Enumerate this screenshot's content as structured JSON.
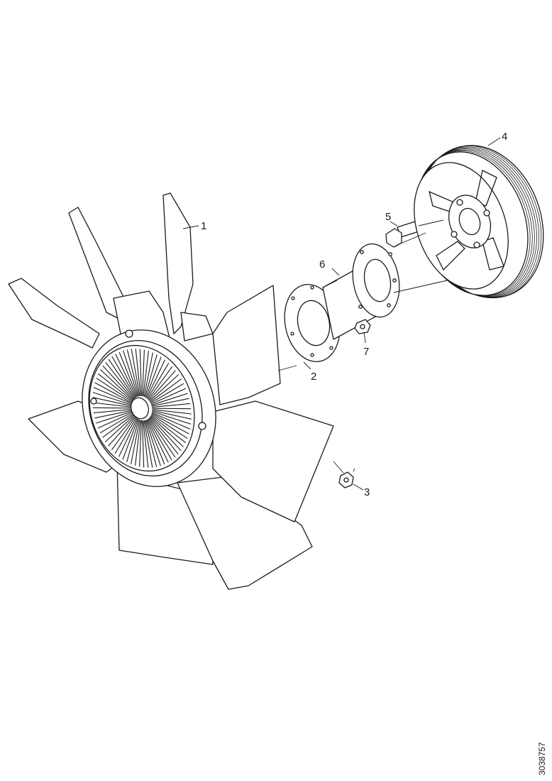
{
  "callouts": [
    {
      "id": "1",
      "label": "1"
    },
    {
      "id": "2",
      "label": "2"
    },
    {
      "id": "3",
      "label": "3"
    },
    {
      "id": "4",
      "label": "4"
    },
    {
      "id": "5",
      "label": "5"
    },
    {
      "id": "6",
      "label": "6"
    },
    {
      "id": "7",
      "label": "7"
    }
  ],
  "reference_code": "3038757"
}
